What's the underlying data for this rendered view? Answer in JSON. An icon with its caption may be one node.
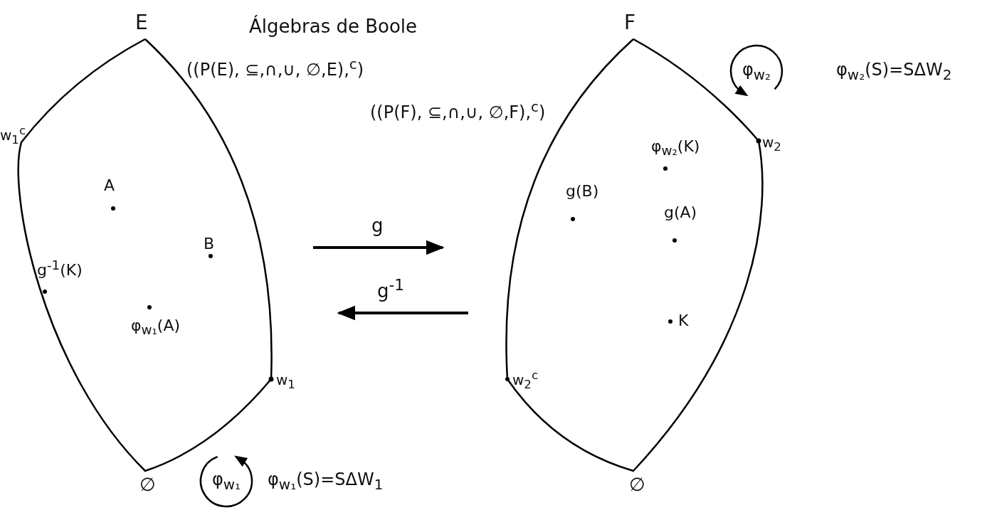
{
  "diagram": {
    "title": "Álgebras de Boole",
    "nodes": [
      {
        "text": [
          "A",
          "B",
          "g$^{-1}$(K)",
          "φ$_{w₁}$(A)"
        ],
        "beside": [
          "E",
          "w$_{1}$$^{c}$",
          "w$_{1}$",
          "∅",
          "((P(E), ⊆,∩,∪, ∅,E),$^{c}$)"
        ]
      },
      {
        "text": [
          "φ$_{w₂}$(K)",
          "g(B)",
          "g(A)",
          "K",
          "w$_{2}$$^{c}$"
        ],
        "beside": [
          "F",
          "w$_{2}$",
          "∅",
          "((P(F), ⊆,∩,∪, ∅,F),$^{c}$)"
        ]
      },
      {
        "text": [
          "φ$_{w₁}$"
        ]
      },
      {
        "text": [
          "φ$_{w₂}$"
        ]
      }
    ],
    "edges": [
      {
        "from": 0,
        "to": 1,
        "arrow": "to",
        "label": "g"
      },
      {
        "from": 1,
        "to": 0,
        "arrow": "to",
        "label": "g$^{-1}$"
      }
    ],
    "labels": [
      "φ$_{w₂}$(S)=SΔW$_{2}$",
      "φ$_{w₁}$(S)=SΔW$_{1}$"
    ]
  }
}
